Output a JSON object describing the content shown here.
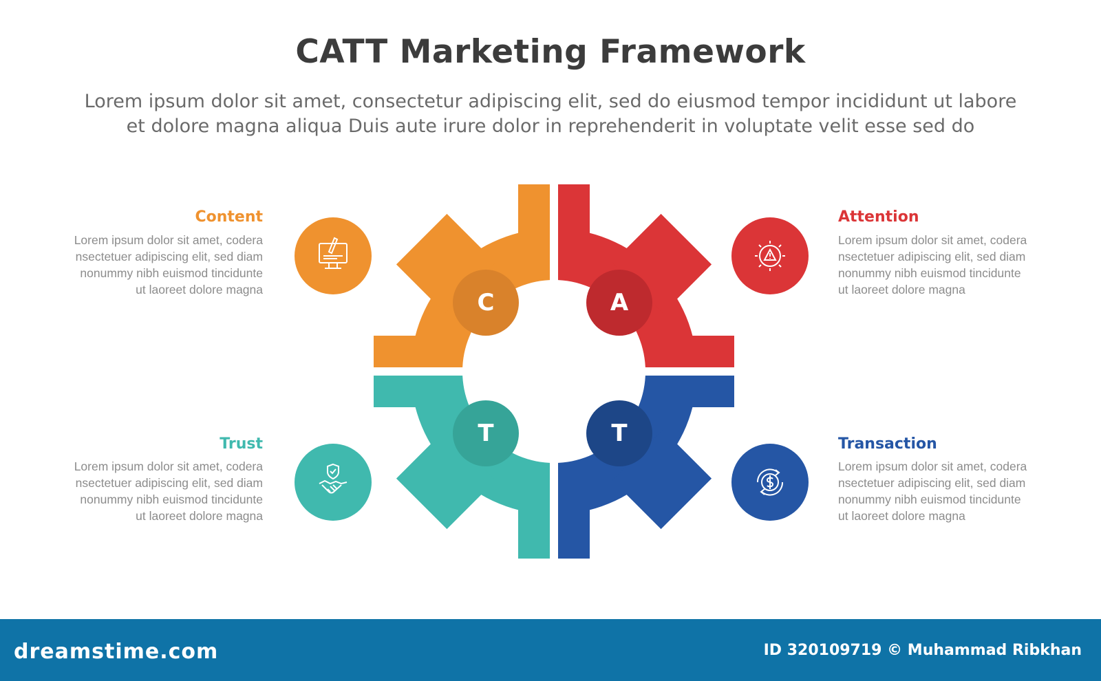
{
  "title": "CATT Marketing Framework",
  "subtitle_line1": "Lorem ipsum dolor sit amet, consectetur adipiscing elit, sed do eiusmod tempor incididunt ut labore",
  "subtitle_line2": "et dolore magna aliqua Duis aute irure dolor in reprehenderit in voluptate velit esse sed do",
  "items": [
    {
      "letter": "C",
      "label": "Content",
      "icon": "computer-icon",
      "color": "#ef922f",
      "desc": [
        "Lorem ipsum dolor sit amet, codera",
        "nsectetuer adipiscing elit, sed diam",
        "nonummy nibh euismod tincidunte",
        "ut laoreet dolore magna"
      ]
    },
    {
      "letter": "A",
      "label": "Attention",
      "icon": "warning-icon",
      "color": "#db3537",
      "desc": [
        "Lorem ipsum dolor sit amet, codera",
        "nsectetuer adipiscing elit, sed diam",
        "nonummy nibh euismod tincidunte",
        "ut laoreet dolore magna"
      ]
    },
    {
      "letter": "T",
      "label": "Trust",
      "icon": "handshake-icon",
      "color": "#40b9ae",
      "desc": [
        "Lorem ipsum dolor sit amet, codera",
        "nsectetuer adipiscing elit, sed diam",
        "nonummy nibh euismod tincidunte",
        "ut laoreet dolore magna"
      ]
    },
    {
      "letter": "T",
      "label": "Transaction",
      "icon": "dollar-cycle-icon",
      "color": "#2556a5",
      "desc": [
        "Lorem ipsum dolor sit amet, codera",
        "nsectetuer adipiscing elit, sed diam",
        "nonummy nibh euismod tincidunte",
        "ut laoreet dolore magna"
      ]
    }
  ],
  "footer": {
    "brand": "dreamstime.com",
    "credit": "ID 320109719 © Muhammad Ribkhan"
  }
}
